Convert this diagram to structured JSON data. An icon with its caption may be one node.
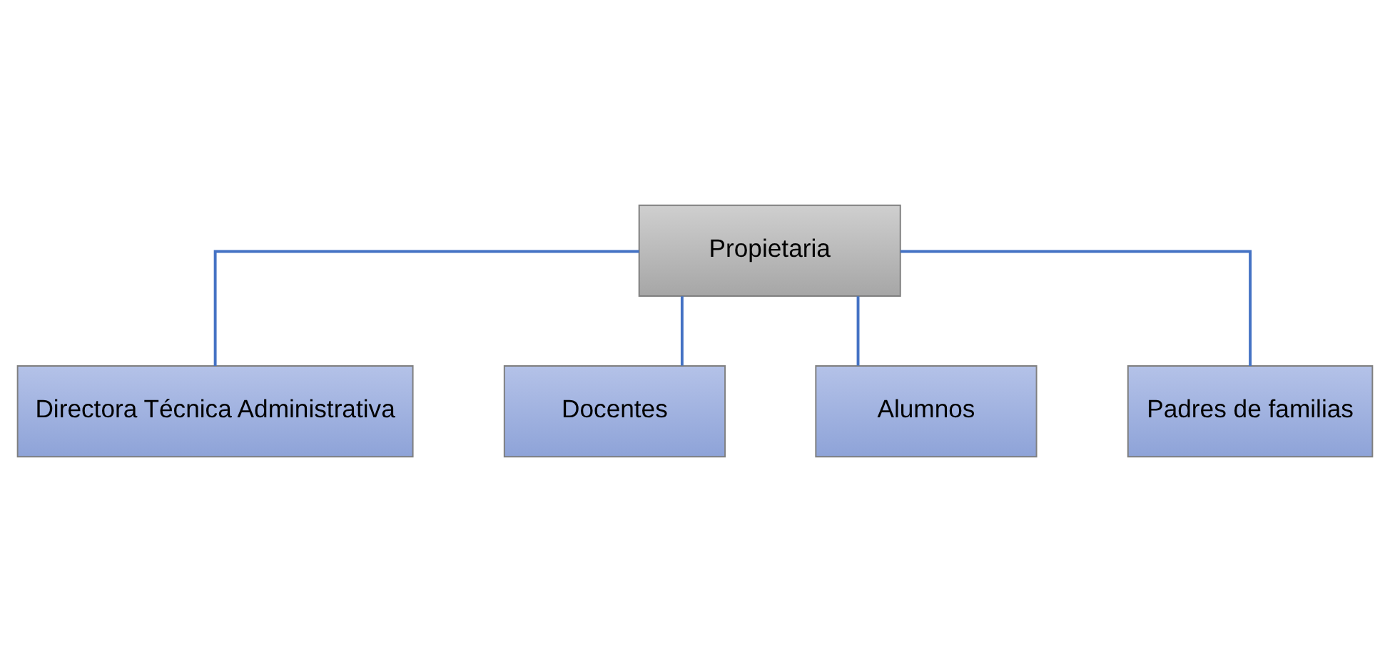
{
  "diagram": {
    "nodes": [
      {
        "text": [
          "Propietaria"
        ]
      },
      {
        "text": [
          "Directora Técnica Administrativa"
        ]
      },
      {
        "text": [
          "Docentes"
        ]
      },
      {
        "text": [
          "Alumnos"
        ]
      },
      {
        "text": [
          "Padres de familias"
        ]
      }
    ],
    "edges": [
      {
        "from": 0,
        "to": 1,
        "arrow": "none"
      },
      {
        "from": 0,
        "to": 2,
        "arrow": "none"
      },
      {
        "from": 0,
        "to": 3,
        "arrow": "none"
      },
      {
        "from": 0,
        "to": 4,
        "arrow": "none"
      }
    ]
  }
}
